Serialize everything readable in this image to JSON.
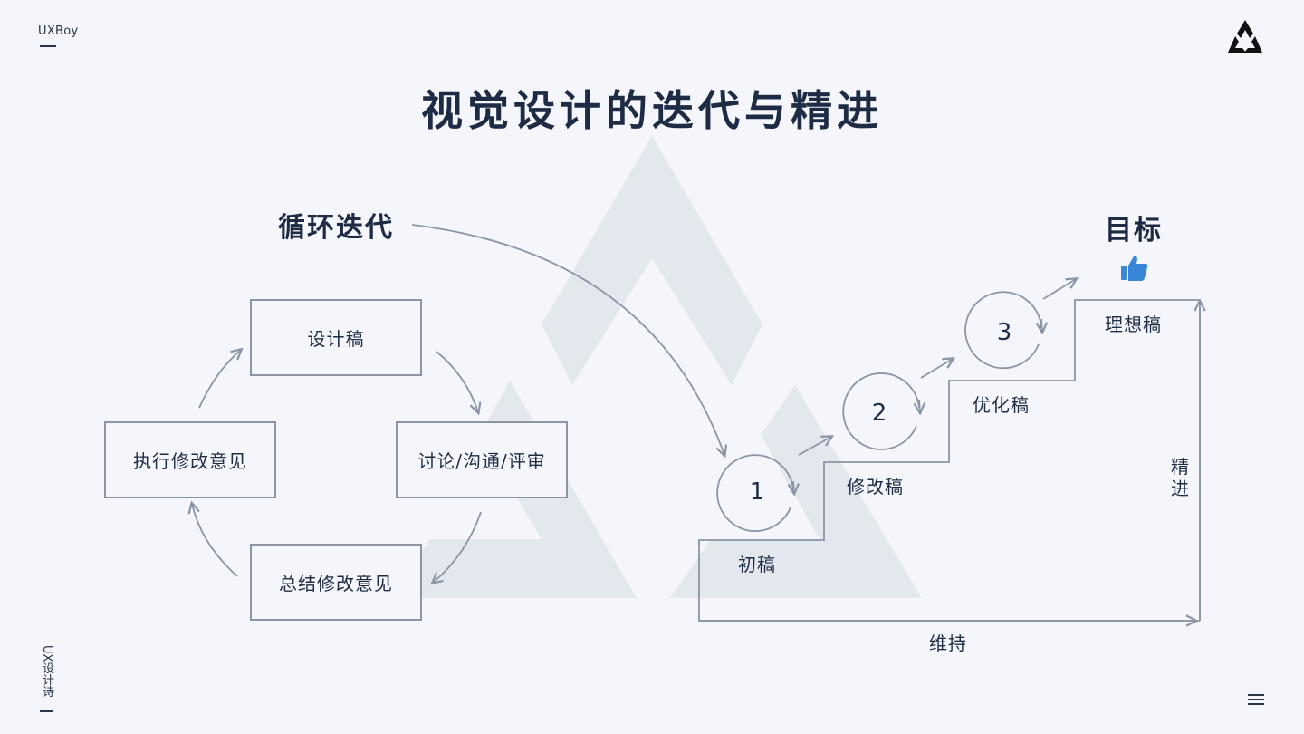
{
  "brand": {
    "name": "UXBoy",
    "vertical": "UX设计诗"
  },
  "title": "视觉设计的迭代与精进",
  "cycle": {
    "heading": "循环迭代",
    "steps": [
      "设计稿",
      "讨论/沟通/评审",
      "总结修改意见",
      "执行修改意见"
    ]
  },
  "staircase": {
    "goal": "目标",
    "stages": [
      {
        "number": "1",
        "label": "初稿"
      },
      {
        "number": "2",
        "label": "修改稿"
      },
      {
        "number": "3",
        "label": "优化稿"
      }
    ],
    "ideal": "理想稿",
    "refine": "精进",
    "maintain": "维持"
  },
  "colors": {
    "line": "#8b95a6",
    "title": "#1e2b45",
    "thumb": "#3a86d8",
    "watermark": "#e3e7ee"
  },
  "icons": {
    "logo": "triangle-logo-icon",
    "thumb": "thumbs-up-icon",
    "menu": "menu-icon"
  }
}
